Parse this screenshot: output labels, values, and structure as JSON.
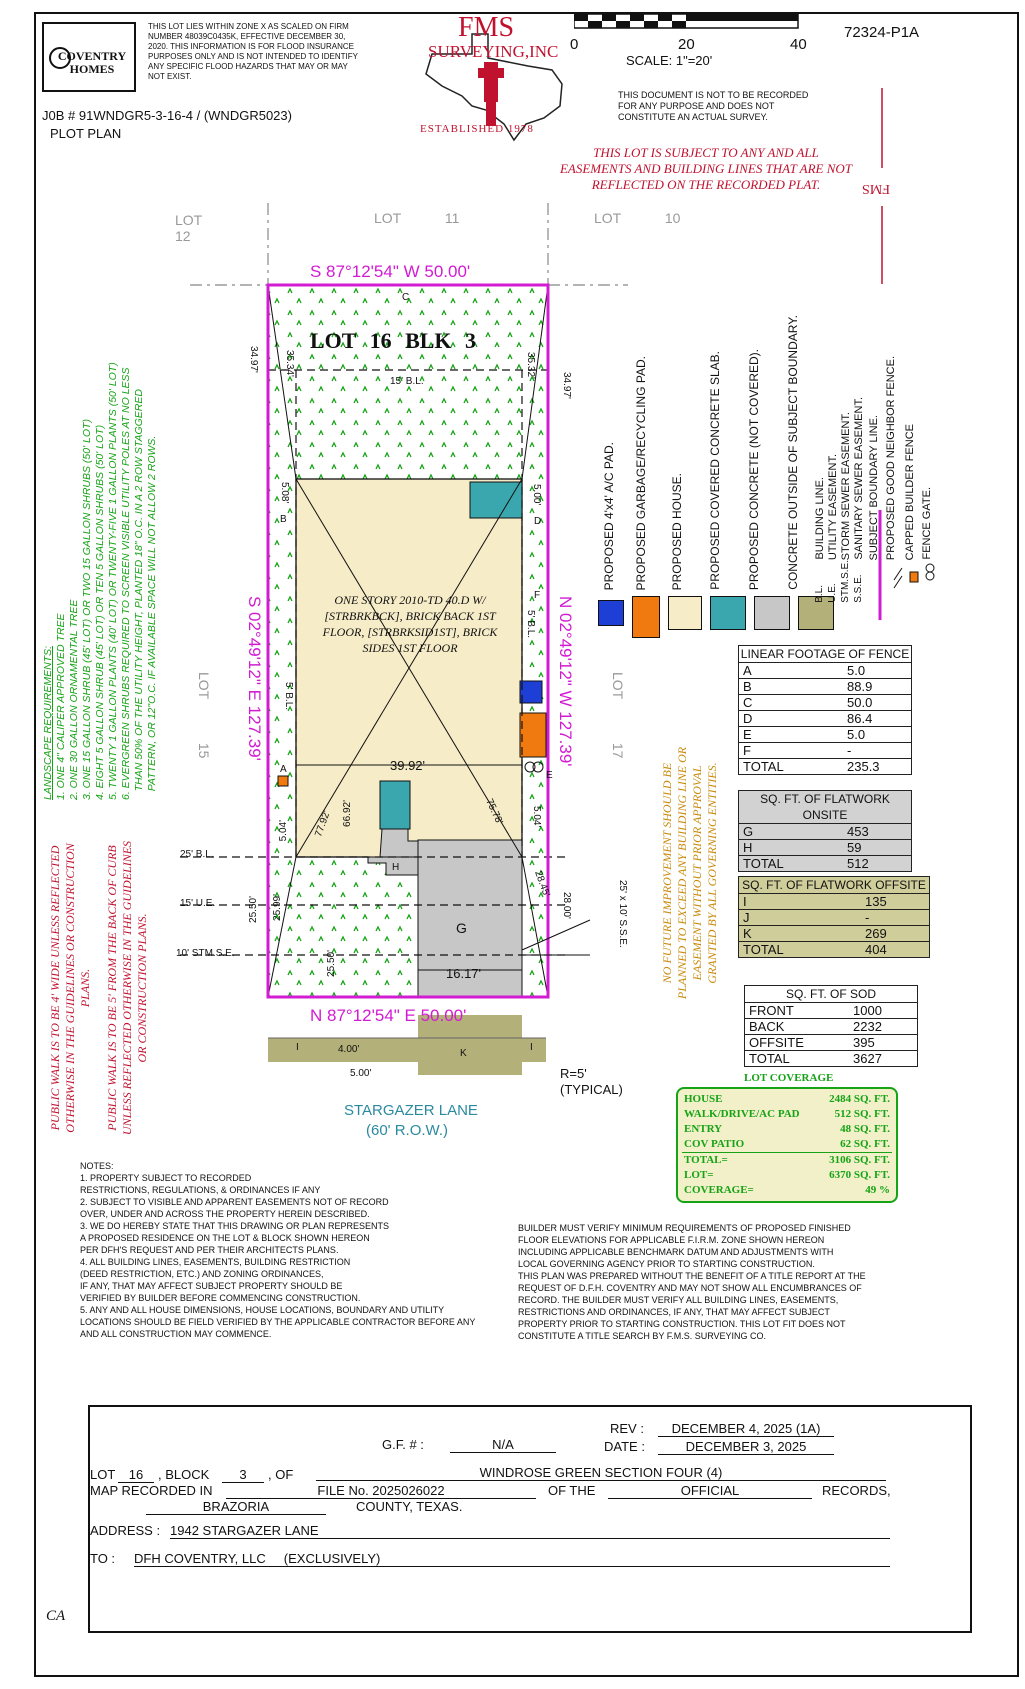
{
  "header": {
    "logo_text": "COVENTRY HOMES",
    "flood_note": "THIS LOT LIES WITHIN ZONE X AS SCALED ON FIRM NUMBER 48039C0435K, EFFECTIVE DECEMBER 30, 2020. THIS INFORMATION IS FOR FLOOD INSURANCE PURPOSES ONLY AND IS NOT INTENDED TO IDENTIFY ANY SPECIFIC FLOOD HAZARDS THAT MAY OR MAY NOT EXIST.",
    "job_number": "J0B #  91WNDGR5-3-16-4 / (WNDGR5023)",
    "plot_plan": "PLOT PLAN",
    "company_name": "FMS",
    "company_sub": "SURVEYING,INC",
    "established": "ESTABLISHED 1978",
    "scale_0": "0",
    "scale_20": "20",
    "scale_40": "40",
    "scale_text": "SCALE:  1\"=20'",
    "drawing_id": "72324-P1A",
    "not_survey": "THIS DOCUMENT IS NOT TO BE RECORDED FOR ANY PURPOSE AND DOES NOT CONSTITUTE AN ACTUAL SURVEY.",
    "easement_note": "THIS LOT IS SUBJECT TO ANY AND ALL EASEMENTS AND BUILDING LINES THAT ARE NOT REFLECTED ON THE RECORDED PLAT.",
    "fms_mark": "FMS"
  },
  "plan": {
    "lot12": "LOT 12",
    "lot11": "LOT 11",
    "lot10": "LOT 10",
    "lot15": "LOT 15",
    "lot17": "LOT 17",
    "lot_title": "LOT 16 BLK 3",
    "bearing_top": "S 87°12'54\" W  50.00'",
    "bearing_bottom": "N 87°12'54\" E  50.00'",
    "bearing_left": "S 02°49'12\" E  127.39'",
    "bearing_right": "N 02°49'12\" W  127.39'",
    "bl_15": "15' B.L.",
    "bl_5_left": "5' B.L.",
    "bl_5_right": "5' B.L.",
    "dim_3497_left": "34.97'",
    "dim_3534": "35.34'",
    "dim_3532": "35.32'",
    "dim_3497_right": "34.97'",
    "dim_508": "5.08'",
    "dim_500": "5.00'",
    "dim_3992": "39.92'",
    "dim_7792": "77.92'",
    "dim_6692": "66.92'",
    "dim_7578": "75.78'",
    "dim_504_left": "5.04'",
    "dim_504_right": "5.04'",
    "dim_2599": "25.99'",
    "dim_2550_left": "25.50'",
    "dim_2550_mid": "25.50'",
    "dim_2845": "28.45'",
    "dim_2800": "28.00'",
    "dim_1617": "16.17'",
    "dim_400": "4.00'",
    "dim_500_walk": "5.00'",
    "house_text": "ONE STORY 2010-TD 40.D W/ [STRBRKBCK], BRICK BACK 1ST FLOOR, [STRBRKSID1ST], BRICK SIDES 1ST FLOOR",
    "bl25": "25'  B.L.",
    "ue15": "15'  U.E.",
    "stmse10": "10'  STM.S.E.",
    "sse": "25' x 10' S.S.E.",
    "r5": "R=5'",
    "typical": "(TYPICAL)",
    "street": "STARGAZER LANE",
    "row": "(60' R.O.W.)",
    "label_A": "A",
    "label_B": "B",
    "label_C": "C",
    "label_D": "D",
    "label_E": "E",
    "label_F": "F",
    "label_G": "G",
    "label_H": "H",
    "label_I_left": "I",
    "label_I_right": "I",
    "label_K": "K"
  },
  "landscape": {
    "title": "LANDSCAPE REQUIREMENTS:",
    "lines": [
      "1. ONE 4\" CALIPER APPROVED TREE",
      "2. ONE 30 GALLON ORNAMENTAL TREE",
      "3. ONE 15 GALLON SHRUB (45' LOT) OR TWO 15 GALLON SHRUBS (50' LOT)",
      "4. EIGHT 5 GALLON SHRUB (45' LOT) OR TEN 5 GALLON SHRUBS (50' LOT)",
      "5. TWENTY 1 GALLON PLANTS (40' LOT) OR TWENTY-FIVE 1 GALLON PLANTS (50' LOT)",
      "6. EVERGREEN SHRUBS REQUIRED TO SCREEN VISIBLE UTILITY POLES AT NO LESS",
      "   THAN 50% OF THE UTILITY HEIGHT, PLANTED 18\" O.C. IN A 2 ROW STAGGERED",
      "   PATTERN, OR 12\"O.C. IF AVAILABLE SPACE WILL NOT ALLOW 2 ROWS."
    ]
  },
  "walk_notes": {
    "walk4": "PUBLIC WALK IS TO BE 4' WIDE UNLESS REFLECTED OTHERWISE IN THE GUIDELINES OR CONSTRUCTION PLANS.",
    "walk5": "PUBLIC WALK IS TO BE 5' FROM THE BACK OF CURB UNLESS REFLECTED OTHERWISE IN THE GUIDELINES OR CONSTRUCTION PLANS."
  },
  "future_note": "NO FUTURE IMPROVEMENT SHOULD BE PLANNED TO EXCEED ANY BUILDING LINE OR EASEMENT WITHOUT PRIOR APPROVAL GRANTED BY ALL GOVERNING ENTITIES.",
  "legend": {
    "items": [
      {
        "label": "PROPOSED 4'x4' A/C PAD.",
        "color": "#1d3fd6"
      },
      {
        "label": "PROPOSED GARBAGE/RECYCLING PAD.",
        "color": "#f07a10"
      },
      {
        "label": "PROPOSED HOUSE.",
        "color": "#f6ecc8"
      },
      {
        "label": "PROPOSED COVERED CONCRETE SLAB.",
        "color": "#3aa6ad"
      },
      {
        "label": "PROPOSED CONCRETE (NOT COVERED).",
        "color": "#c7c7c7"
      },
      {
        "label": "CONCRETE OUTSIDE OF SUBJECT BOUNDARY.",
        "color": "#b3b07a"
      }
    ],
    "line_labels": [
      "BUILDING LINE.",
      "UTILITY EASEMENT.",
      "STORM SEWER EASEMENT.",
      "SANITARY SEWER EASEMENT.",
      "SUBJECT BOUNDARY LINE.",
      "PROPOSED GOOD NEIGHBOR FENCE.",
      "CAPPED BUILDER FENCE",
      "FENCE GATE."
    ],
    "abbrevs": [
      "B.L.",
      "U.E.",
      "STM.S.E.",
      "S.S.E."
    ]
  },
  "fence_table": {
    "title": "LINEAR FOOTAGE OF FENCE",
    "rows": [
      [
        "A",
        "5.0"
      ],
      [
        "B",
        "88.9"
      ],
      [
        "C",
        "50.0"
      ],
      [
        "D",
        "86.4"
      ],
      [
        "E",
        "5.0"
      ],
      [
        "F",
        "-"
      ],
      [
        "TOTAL",
        "235.3"
      ]
    ]
  },
  "flatwork_onsite": {
    "title": "SQ. FT. OF FLATWORK ONSITE",
    "rows": [
      [
        "G",
        "453"
      ],
      [
        "H",
        "59"
      ],
      [
        "TOTAL",
        "512"
      ]
    ]
  },
  "flatwork_offsite": {
    "title": "SQ. FT. OF FLATWORK OFFSITE",
    "rows": [
      [
        "I",
        "135"
      ],
      [
        "J",
        "-"
      ],
      [
        "K",
        "269"
      ],
      [
        "TOTAL",
        "404"
      ]
    ]
  },
  "sod": {
    "title": "SQ. FT. OF SOD",
    "rows": [
      [
        "FRONT",
        "1000"
      ],
      [
        "BACK",
        "2232"
      ],
      [
        "OFFSITE",
        "395"
      ],
      [
        "TOTAL",
        "3627"
      ]
    ]
  },
  "coverage": {
    "title": "LOT COVERAGE",
    "rows": [
      [
        "HOUSE",
        "2484 SQ. FT."
      ],
      [
        "WALK/DRIVE/AC PAD",
        "512 SQ. FT."
      ],
      [
        "ENTRY",
        "48 SQ. FT."
      ],
      [
        "COV PATIO",
        "62 SQ. FT."
      ]
    ],
    "totals": [
      [
        "TOTAL=",
        "3106 SQ. FT."
      ],
      [
        "LOT=",
        "6370 SQ. FT."
      ],
      [
        "COVERAGE=",
        "49 %"
      ]
    ]
  },
  "notes": {
    "title": "NOTES:",
    "lines": [
      "1. PROPERTY SUBJECT TO RECORDED",
      "RESTRICTIONS, REGULATIONS, & ORDINANCES IF ANY",
      "2. SUBJECT TO VISIBLE AND APPARENT EASEMENTS NOT OF RECORD",
      "OVER, UNDER AND ACROSS THE PROPERTY HEREIN DESCRIBED.",
      "3. WE DO HEREBY STATE THAT THIS DRAWING OR PLAN REPRESENTS",
      "A PROPOSED RESIDENCE ON THE LOT & BLOCK SHOWN HEREON",
      "PER DFH'S REQUEST AND PER THEIR ARCHITECTS PLANS.",
      "4. ALL BUILDING LINES, EASEMENTS, BUILDING RESTRICTION",
      "(DEED RESTRICTION, ETC.) AND ZONING ORDINANCES,",
      "IF ANY, THAT MAY AFFECT SUBJECT PROPERTY SHOULD BE",
      "VERIFIED BY BUILDER BEFORE COMMENCING CONSTRUCTION.",
      "5. ANY AND ALL HOUSE DIMENSIONS, HOUSE LOCATIONS, BOUNDARY AND UTILITY",
      "LOCATIONS SHOULD BE FIELD VERIFIED BY THE APPLICABLE CONTRACTOR BEFORE ANY",
      "AND ALL CONSTRUCTION MAY COMMENCE."
    ],
    "builder_lines": [
      "BUILDER MUST VERIFY MINIMUM REQUIREMENTS OF PROPOSED FINISHED",
      "FLOOR ELEVATIONS FOR APPLICABLE F.I.R.M. ZONE SHOWN HEREON",
      "INCLUDING APPLICABLE BENCHMARK DATUM AND ADJUSTMENTS WITH",
      "LOCAL GOVERNING AGENCY PRIOR TO STARTING CONSTRUCTION.",
      "THIS PLAN WAS PREPARED WITHOUT THE BENEFIT OF A TITLE REPORT AT THE",
      "REQUEST OF D.F.H. COVENTRY AND MAY NOT SHOW ALL ENCUMBRANCES OF",
      "RECORD. THE BUILDER MUST VERIFY ALL BUILDING LINES, EASEMENTS,",
      "RESTRICTIONS AND ORDINANCES, IF ANY, THAT MAY AFFECT SUBJECT",
      "PROPERTY PRIOR TO STARTING CONSTRUCTION. THIS LOT FIT DOES NOT",
      "CONSTITUTE A TITLE SEARCH BY F.M.S. SURVEYING CO."
    ]
  },
  "title_block": {
    "gf_label": "G.F. # :",
    "gf_value": "N/A",
    "rev_label": "REV  :",
    "rev_value": "DECEMBER 4, 2025 (1A)",
    "date_label": "DATE  :",
    "date_value": "DECEMBER 3, 2025",
    "lot_label": "LOT",
    "lot_value": "16",
    "block_label": ", BLOCK",
    "block_value": "3",
    "of_label": ", OF",
    "subdivision": "WINDROSE GREEN SECTION FOUR (4)",
    "map_label": "MAP RECORDED IN",
    "file_no": "FILE No. 2025026022",
    "of_the": "OF THE",
    "official": "OFFICIAL",
    "records": "RECORDS,",
    "county": "BRAZORIA",
    "county_label": "COUNTY, TEXAS.",
    "address_label": "ADDRESS :",
    "address_value": "1942 STARGAZER LANE",
    "to_label": "TO :",
    "to_value": "DFH COVENTRY, LLC     (EXCLUSIVELY)",
    "ca": "CA"
  }
}
